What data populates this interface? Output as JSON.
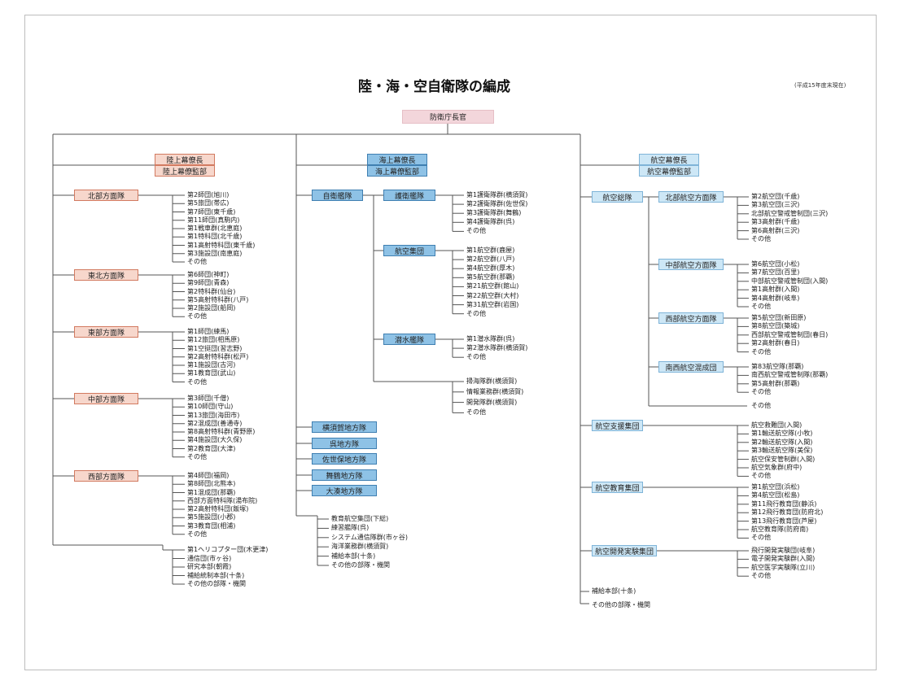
{
  "title": "陸・海・空自衛隊の編成",
  "as_of": "(平成15年度末現在)",
  "top": "防衛庁長官",
  "ground": {
    "chief": "陸上幕僚長",
    "office": "陸上幕僚監部",
    "units": [
      {
        "name": "北部方面隊",
        "items": [
          "第2師団(旭川)",
          "第5旅団(帯広)",
          "第7師団(東千歳)",
          "第11師団(真駒内)",
          "第1戦車群(北恵庭)",
          "第1特科団(北千歳)",
          "第1高射特科団(東千歳)",
          "第3施設団(南恵庭)",
          "その他"
        ]
      },
      {
        "name": "東北方面隊",
        "items": [
          "第6師団(神町)",
          "第9師団(青森)",
          "第2特科群(仙台)",
          "第5高射特科群(八戸)",
          "第2施設団(船岡)",
          "その他"
        ]
      },
      {
        "name": "東部方面隊",
        "items": [
          "第1師団(練馬)",
          "第12旅団(相馬原)",
          "第1空挺団(習志野)",
          "第2高射特科群(松戸)",
          "第1施設団(古河)",
          "第1教育団(武山)",
          "その他"
        ]
      },
      {
        "name": "中部方面隊",
        "items": [
          "第3師団(千僧)",
          "第10師団(守山)",
          "第13旅団(海田市)",
          "第2混成団(善通寺)",
          "第8高射特科群(青野原)",
          "第4施設団(大久保)",
          "第2教育団(大津)",
          "その他"
        ]
      },
      {
        "name": "西部方面隊",
        "items": [
          "第4師団(福岡)",
          "第8師団(北熊本)",
          "第1混成団(那覇)",
          "西部方面特科隊(湯布院)",
          "第2高射特科団(飯塚)",
          "第5施設団(小郡)",
          "第3教育団(相浦)",
          "その他"
        ]
      }
    ],
    "others": [
      "第1ヘリコプター団(木更津)",
      "通信団(市ヶ谷)",
      "研究本部(朝霞)",
      "補給統制本部(十条)",
      "その他の部隊・機関"
    ]
  },
  "maritime": {
    "chief": "海上幕僚長",
    "office": "海上幕僚監部",
    "fleet": "自衛艦隊",
    "groups": [
      {
        "name": "護衛艦隊",
        "items": [
          "第1護衛隊群(横須賀)",
          "第2護衛隊群(佐世保)",
          "第3護衛隊群(舞鶴)",
          "第4護衛隊群(呉)",
          "その他"
        ]
      },
      {
        "name": "航空集団",
        "items": [
          "第1航空群(鹿屋)",
          "第2航空群(八戸)",
          "第4航空群(厚木)",
          "第5航空群(那覇)",
          "第21航空群(館山)",
          "第22航空群(大村)",
          "第31航空群(岩国)",
          "その他"
        ]
      },
      {
        "name": "潜水艦隊",
        "items": [
          "第1潜水隊群(呉)",
          "第2潜水隊群(横須賀)",
          "その他"
        ]
      }
    ],
    "fleet_others": [
      "掃海隊群(横須賀)",
      "情報業務群(横須賀)",
      "開発隊群(横須賀)",
      "その他"
    ],
    "districts": [
      "横須賀地方隊",
      "呉地方隊",
      "佐世保地方隊",
      "舞鶴地方隊",
      "大湊地方隊"
    ],
    "others": [
      "教育航空集団(下総)",
      "練習艦隊(呉)",
      "システム通信隊群(市ヶ谷)",
      "海洋業務群(横須賀)",
      "補給本部(十条)",
      "その他の部隊・機関"
    ]
  },
  "air": {
    "chief": "航空幕僚長",
    "office": "航空幕僚監部",
    "command": "航空総隊",
    "forces": [
      {
        "name": "北部航空方面隊",
        "items": [
          "第2航空団(千歳)",
          "第3航空団(三沢)",
          "北部航空警戒管制団(三沢)",
          "第3高射群(千歳)",
          "第6高射群(三沢)",
          "その他"
        ]
      },
      {
        "name": "中部航空方面隊",
        "items": [
          "第6航空団(小松)",
          "第7航空団(百里)",
          "中部航空警戒管制団(入間)",
          "第1高射群(入間)",
          "第4高射群(岐阜)",
          "その他"
        ]
      },
      {
        "name": "西部航空方面隊",
        "items": [
          "第5航空団(新田原)",
          "第8航空団(築城)",
          "西部航空警戒管制団(春日)",
          "第2高射群(春日)",
          "その他"
        ]
      },
      {
        "name": "南西航空混成団",
        "items": [
          "第83航空隊(那覇)",
          "南西航空警戒管制隊(那覇)",
          "第5高射群(那覇)",
          "その他"
        ]
      }
    ],
    "command_other": "その他",
    "support": {
      "name": "航空支援集団",
      "items": [
        "航空救難団(入間)",
        "第1輸送航空隊(小牧)",
        "第2輸送航空隊(入間)",
        "第3輸送航空隊(美保)",
        "航空保安管制群(入間)",
        "航空気象群(府中)",
        "その他"
      ]
    },
    "training": {
      "name": "航空教育集団",
      "items": [
        "第1航空団(浜松)",
        "第4航空団(松島)",
        "第11飛行教育団(静浜)",
        "第12飛行教育団(防府北)",
        "第13飛行教育団(芦屋)",
        "航空教育隊(防府南)",
        "その他"
      ]
    },
    "development": {
      "name": "航空開発実験集団",
      "items": [
        "飛行開発実験団(岐阜)",
        "電子開発実験群(入間)",
        "航空医学実験隊(立川)",
        "その他"
      ]
    },
    "others": [
      "補給本部(十条)",
      "その他の部隊・機関"
    ]
  },
  "colors": {
    "line": "#555555",
    "top": "#f3d6db",
    "ground": "#f7d7cc",
    "ground_border": "#d27a60",
    "sea": "#8ec2e6",
    "sea_border": "#3f7fb1",
    "air": "#cde7f6",
    "air_border": "#7fb4d8"
  }
}
